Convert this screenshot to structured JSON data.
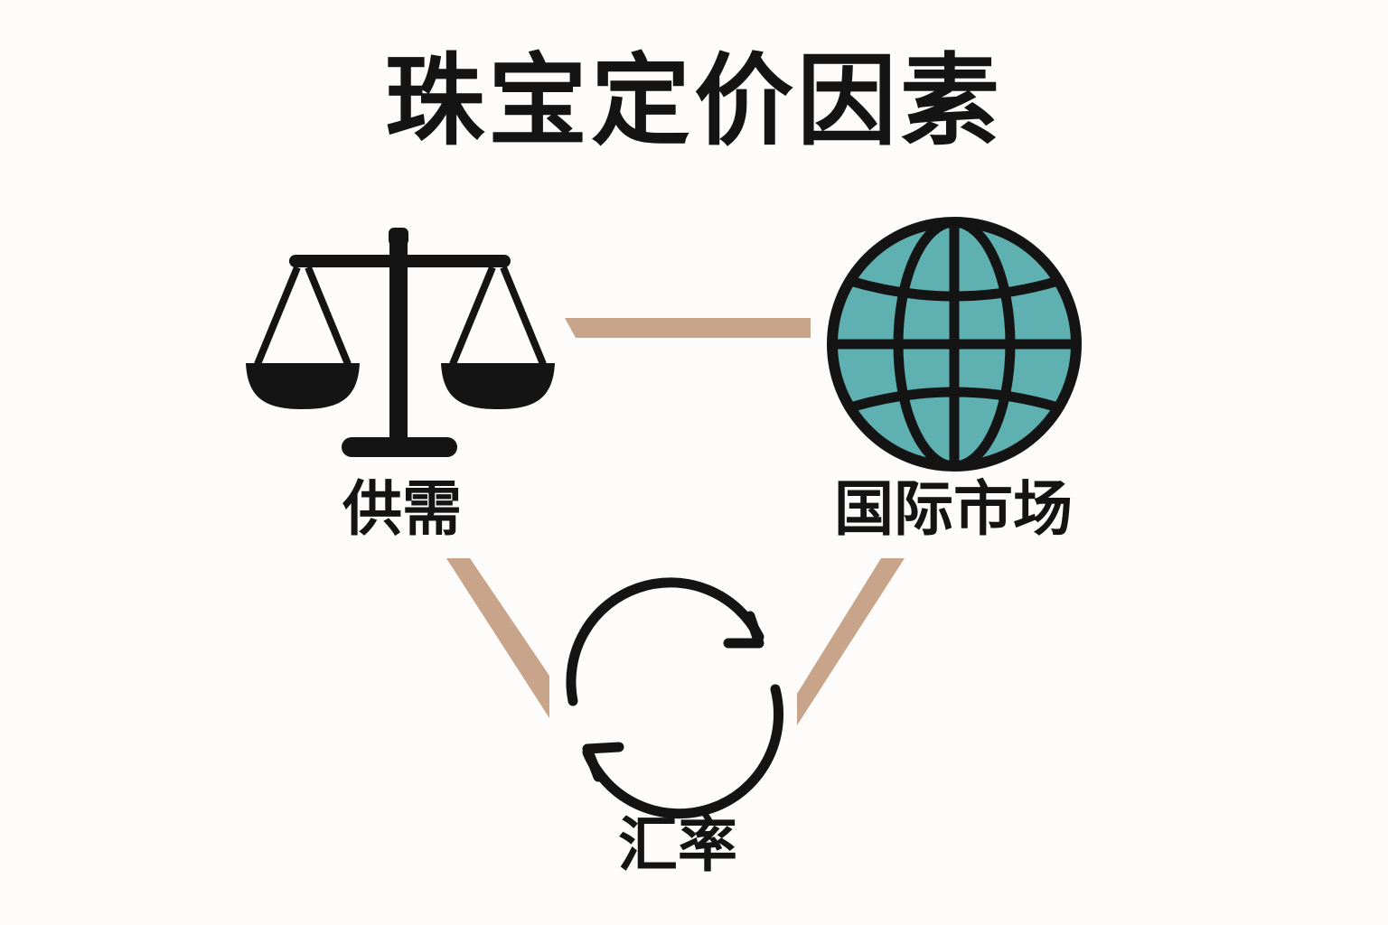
{
  "title": "珠宝定价因素",
  "nodes": {
    "supply_demand": {
      "label": "供需",
      "icon": "scale-icon"
    },
    "international_market": {
      "label": "国际市场",
      "icon": "globe-icon"
    },
    "exchange_rate": {
      "label": "汇率",
      "icon": "refresh-cycle-icon"
    }
  },
  "colors": {
    "connector": "#c8a48a",
    "globe_fill": "#5fb0b1",
    "ink": "#141414",
    "background": "#fdfcfa"
  }
}
